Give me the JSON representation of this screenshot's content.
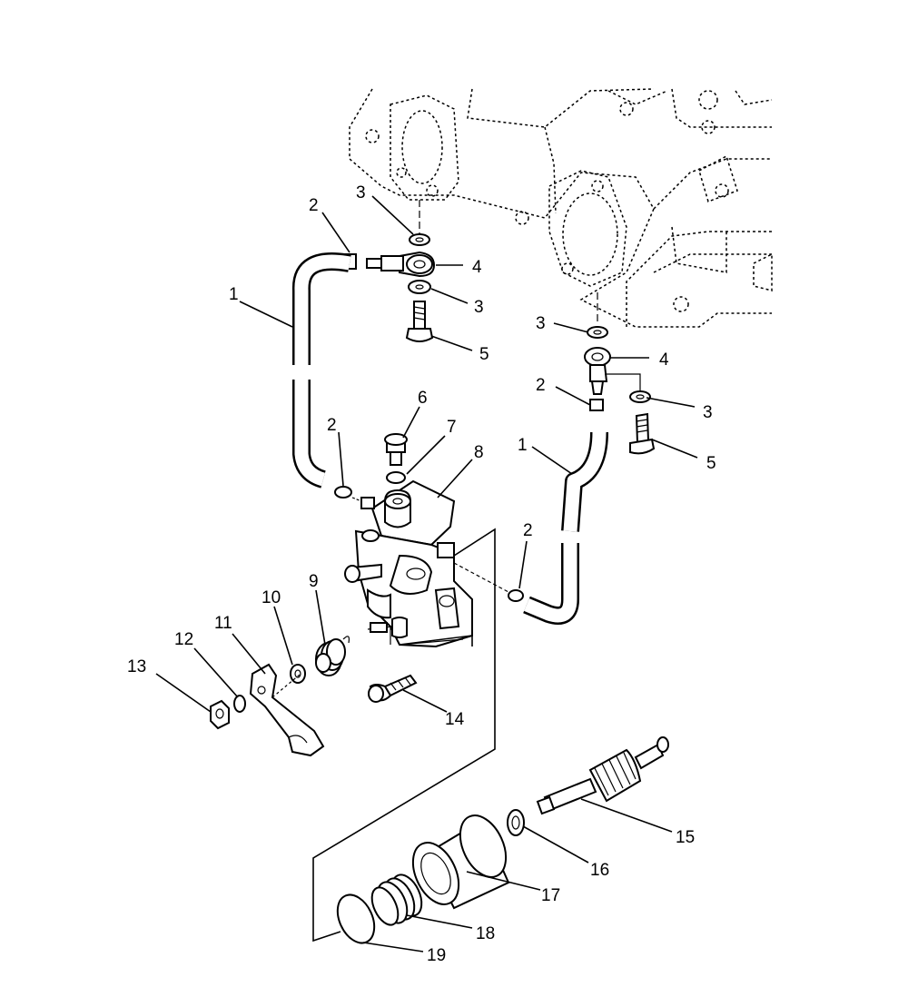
{
  "callouts": {
    "c1a": "1",
    "c1b": "1",
    "c2a": "2",
    "c2b": "2",
    "c2c": "2",
    "c2d": "2",
    "c3a": "3",
    "c3b": "3",
    "c3c": "3",
    "c3d": "3",
    "c4a": "4",
    "c4b": "4",
    "c5a": "5",
    "c5b": "5",
    "c6": "6",
    "c7": "7",
    "c8": "8",
    "c9": "9",
    "c10": "10",
    "c11": "11",
    "c12": "12",
    "c13": "13",
    "c14": "14",
    "c15": "15",
    "c16": "16",
    "c17": "17",
    "c18": "18",
    "c19": "19"
  }
}
